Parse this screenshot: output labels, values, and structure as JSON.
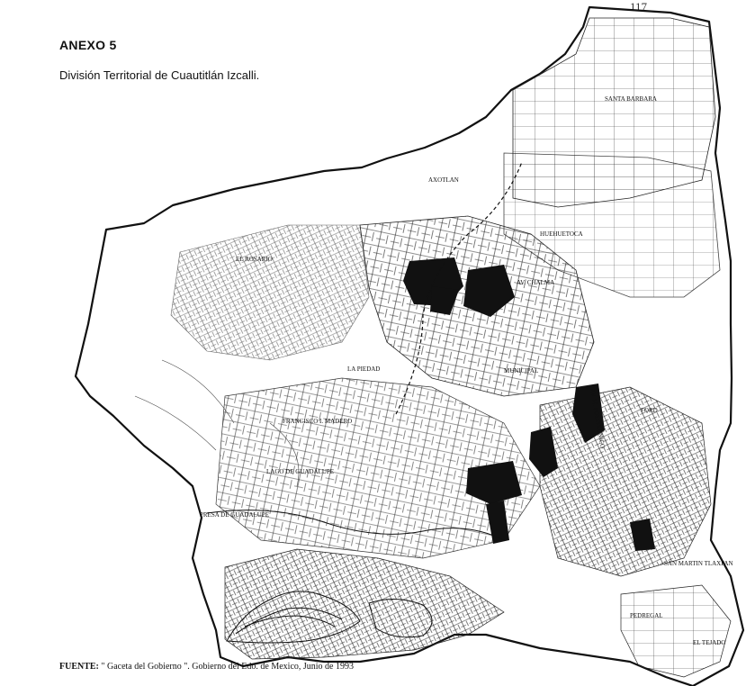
{
  "page": {
    "number": "117"
  },
  "header": {
    "title": "ANEXO 5",
    "subtitle": "División Territorial de Cuautitlán Izcalli."
  },
  "map": {
    "ink_color": "#111111",
    "labels": {
      "santa_barbara": "SANTA BARBARA",
      "axotlan": "AXOTLAN",
      "huehuetoca": "HUEHUETOCA",
      "el_rosario": "EL ROSARIO",
      "av_chalma": "AV. CHALMA",
      "la_piedad": "LA PIEDAD",
      "municipal": "MUNICIPAL",
      "av_m_politecnico": "AV. M. POLITECNICO",
      "ford": "FORD",
      "francisco_i_madero": "FRANCISCO I. MADERO",
      "lago_guadalupe": "LAGO DE GUADALUPE",
      "presa_guadalupe": "PRESA DE GUADALUPE",
      "san_martin_tlaxpan": "SAN MARTIN TLAXPAN",
      "pedregal": "PEDREGAL",
      "el_tejado": "EL TEJADO"
    }
  },
  "footer": {
    "source_label": "FUENTE:",
    "source_text": "\" Gaceta del Gobierno \". Gobierno del Edo. de Mexico, Junio de 1993"
  }
}
